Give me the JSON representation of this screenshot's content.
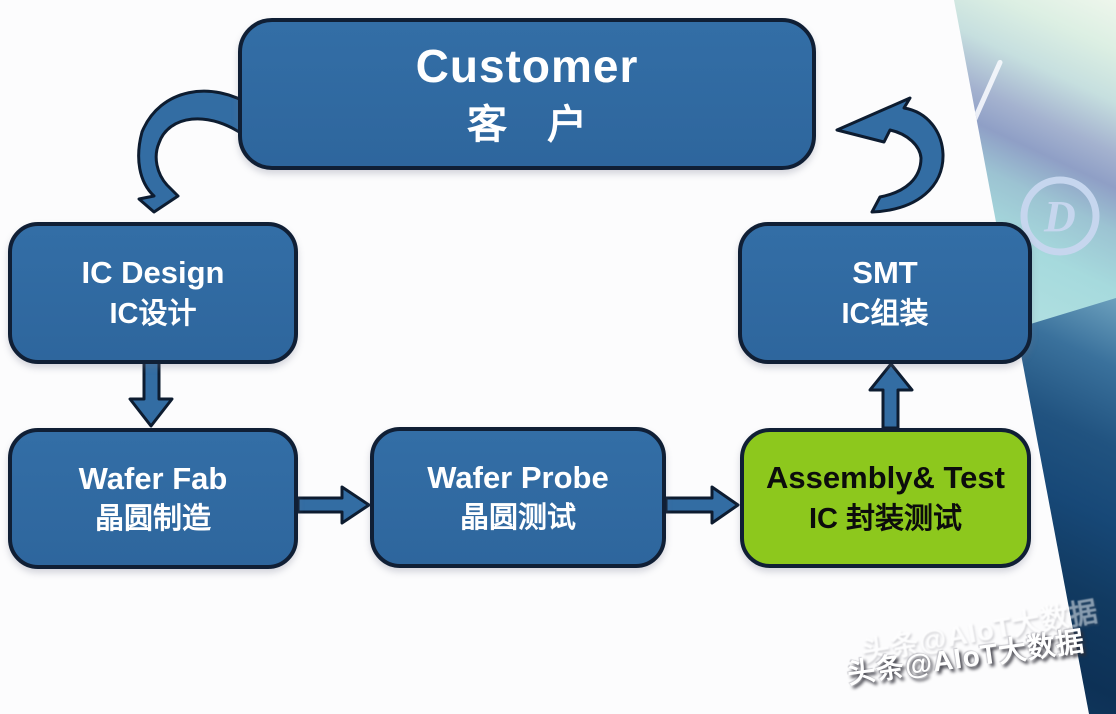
{
  "nodes": {
    "customer": {
      "label_en": "Customer",
      "label_zh": "客　户"
    },
    "ic_design": {
      "label_en": "IC Design",
      "label_zh": "IC设计"
    },
    "wafer_fab": {
      "label_en": "Wafer Fab",
      "label_zh": "晶圆制造"
    },
    "wafer_probe": {
      "label_en": "Wafer Probe",
      "label_zh": "晶圆测试"
    },
    "assembly_test": {
      "label_en": "Assembly& Test",
      "label_zh": "IC 封装测试"
    },
    "smt": {
      "label_en": "SMT",
      "label_zh": "IC组装"
    }
  },
  "edges": [
    {
      "from": "customer",
      "to": "ic_design",
      "style": "curved-block-arrow"
    },
    {
      "from": "ic_design",
      "to": "wafer_fab",
      "style": "block-arrow-down"
    },
    {
      "from": "wafer_fab",
      "to": "wafer_probe",
      "style": "block-arrow-right"
    },
    {
      "from": "wafer_probe",
      "to": "assembly_test",
      "style": "block-arrow-right"
    },
    {
      "from": "assembly_test",
      "to": "smt",
      "style": "block-arrow-up"
    },
    {
      "from": "smt",
      "to": "customer",
      "style": "curved-block-arrow"
    }
  ],
  "colors": {
    "node_blue": "#2f6aa2",
    "node_green": "#8dc81d",
    "node_border": "#101f35",
    "arrow_blue": "#336da3",
    "text_on_blue": "#ffffff",
    "text_on_green": "#0c0c0c",
    "photo_teal": "#a8dcdf",
    "photo_dark_blue": "#123a60"
  },
  "photo": {
    "logo_letter": "D"
  },
  "watermark": {
    "text": "头条@AIoT大数据"
  }
}
